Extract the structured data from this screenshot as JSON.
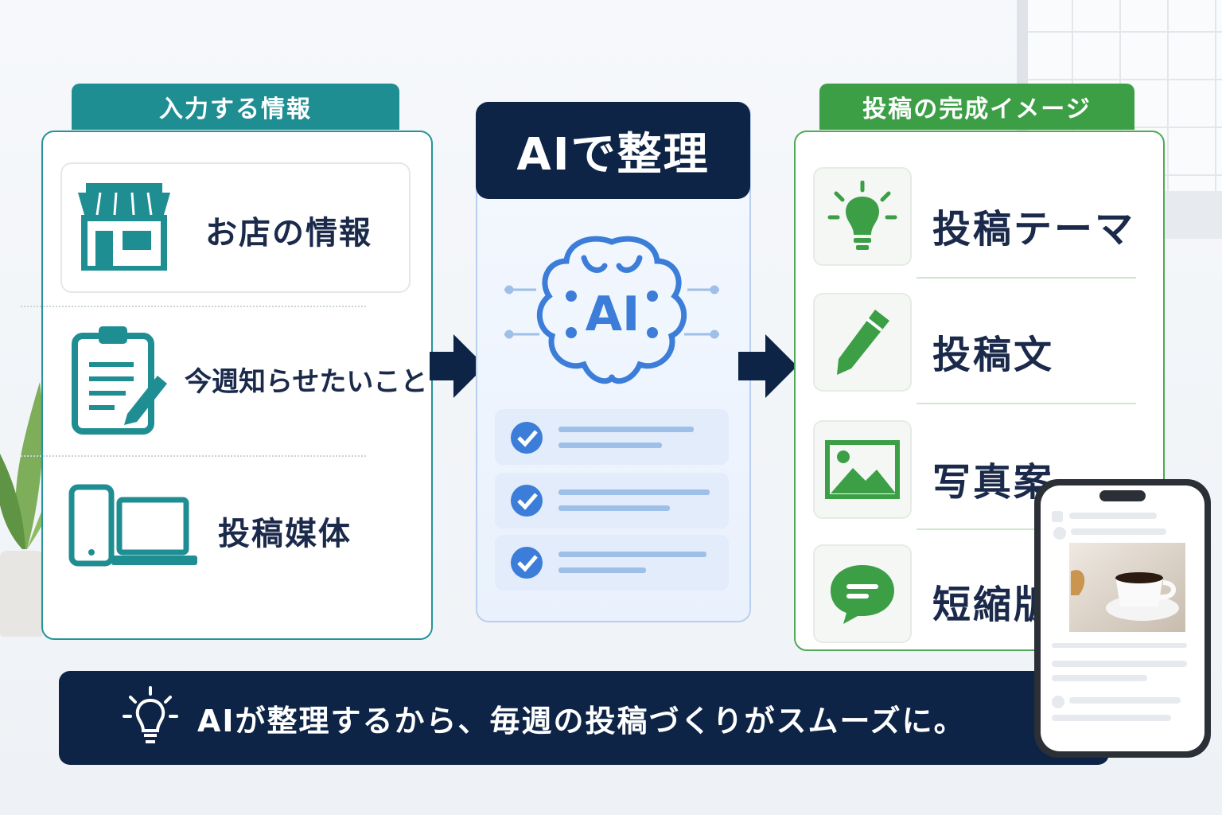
{
  "input_panel": {
    "title": "入力する情報",
    "items": [
      {
        "label": "お店の情報",
        "icon": "store-icon"
      },
      {
        "label": "今週知らせたいこと",
        "icon": "clipboard-pencil-icon"
      },
      {
        "label": "投稿媒体",
        "icon": "devices-icon"
      }
    ]
  },
  "ai_panel": {
    "title": "AIで整理",
    "brain_label": "AI",
    "icon": "ai-brain-icon"
  },
  "output_panel": {
    "title": "投稿の完成イメージ",
    "items": [
      {
        "label": "投稿テーマ",
        "icon": "lightbulb-icon"
      },
      {
        "label": "投稿文",
        "icon": "pen-icon"
      },
      {
        "label": "写真案",
        "icon": "image-icon"
      },
      {
        "label": "短縮版",
        "icon": "chat-bubble-icon"
      }
    ]
  },
  "banner": {
    "text": "AIが整理するから、毎週の投稿づくりがスムーズに。",
    "icon": "lightbulb-icon"
  },
  "colors": {
    "teal": "#1f8e93",
    "navy": "#0d2446",
    "green": "#3c9f46",
    "blue": "#3b7dd8"
  }
}
